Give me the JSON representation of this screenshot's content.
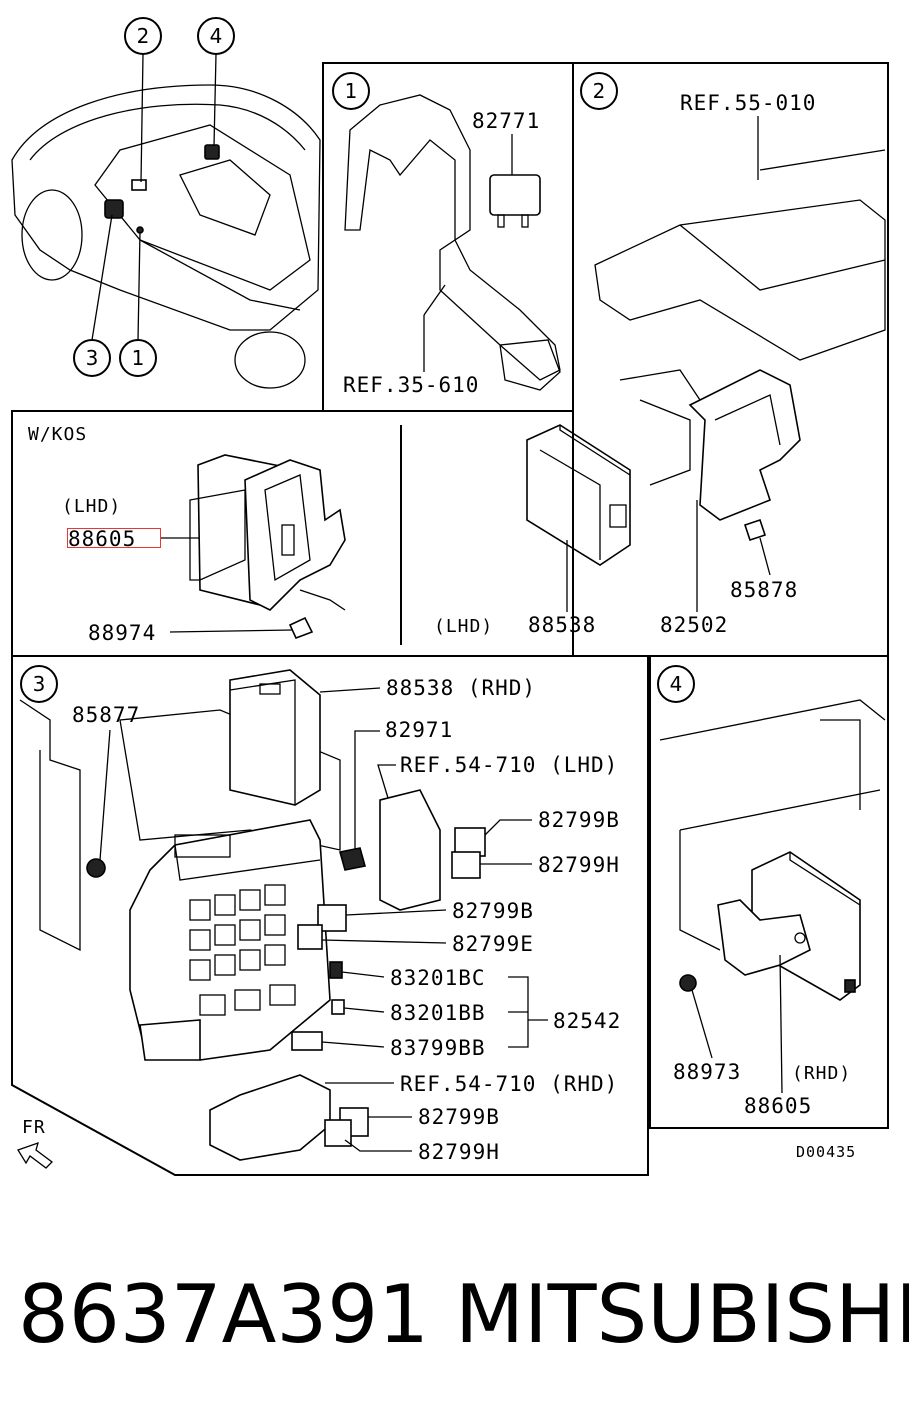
{
  "labels": {
    "ref_35_610": "REF.35-610",
    "ref_55_010": "REF.55-010",
    "p82771": "82771",
    "wkos": "W/KOS",
    "lhd_a": "(LHD)",
    "p88605_a": "88605",
    "p88974": "88974",
    "lhd_b": "(LHD)",
    "p88538_a": "88538",
    "p82502": "82502",
    "p85878": "85878",
    "p88538_rhd": "88538 (RHD)",
    "p85877": "85877",
    "p82971": "82971",
    "ref_54_710_lhd": "REF.54-710 (LHD)",
    "p82799b_a": "82799B",
    "p82799h_a": "82799H",
    "p82799b_b": "82799B",
    "p82799e": "82799E",
    "p83201bc": "83201BC",
    "p83201bb": "83201BB",
    "p82542": "82542",
    "p83799bb": "83799BB",
    "ref_54_710_rhd": "REF.54-710 (RHD)",
    "p82799b_c": "82799B",
    "p82799h_b": "82799H",
    "fr": "FR",
    "p88973": "88973",
    "rhd": "(RHD)",
    "p88605_b": "88605",
    "code": "D00435"
  },
  "callouts": {
    "c1": "1",
    "c2": "2",
    "c3": "3",
    "c4": "4"
  },
  "caption": {
    "part_number": "8637A391",
    "brand": "MITSUBISHI"
  },
  "highlight_color": "#e53935"
}
